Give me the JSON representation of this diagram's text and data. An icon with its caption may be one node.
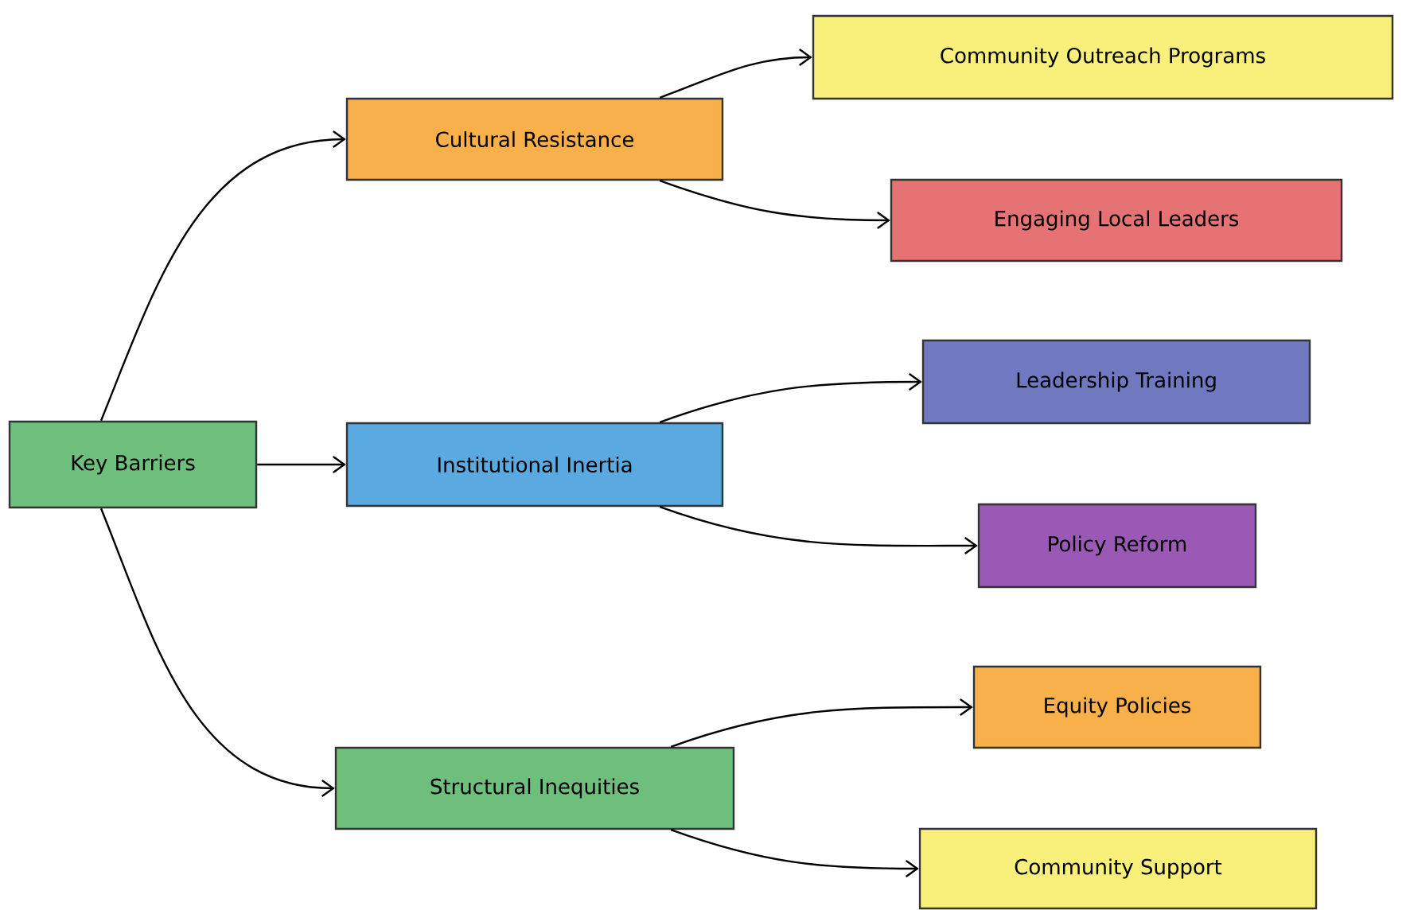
{
  "diagram": {
    "nodes": [
      {
        "text": [
          "Key Barriers"
        ]
      },
      {
        "text": [
          "Cultural Resistance"
        ]
      },
      {
        "text": [
          "Community Outreach Programs"
        ]
      },
      {
        "text": [
          "Engaging Local Leaders"
        ]
      },
      {
        "text": [
          "Institutional Inertia"
        ]
      },
      {
        "text": [
          "Leadership Training"
        ]
      },
      {
        "text": [
          "Policy Reform"
        ]
      },
      {
        "text": [
          "Structural Inequities"
        ]
      },
      {
        "text": [
          "Equity Policies"
        ]
      },
      {
        "text": [
          "Community Support"
        ]
      }
    ],
    "edges": [
      {
        "from": 0,
        "to": 1,
        "arrow": "to"
      },
      {
        "from": 0,
        "to": 4,
        "arrow": "to"
      },
      {
        "from": 0,
        "to": 7,
        "arrow": "to"
      },
      {
        "from": 1,
        "to": 2,
        "arrow": "to"
      },
      {
        "from": 1,
        "to": 3,
        "arrow": "to"
      },
      {
        "from": 4,
        "to": 5,
        "arrow": "to"
      },
      {
        "from": 4,
        "to": 6,
        "arrow": "to"
      },
      {
        "from": 7,
        "to": 8,
        "arrow": "to"
      },
      {
        "from": 7,
        "to": 9,
        "arrow": "to"
      }
    ]
  }
}
